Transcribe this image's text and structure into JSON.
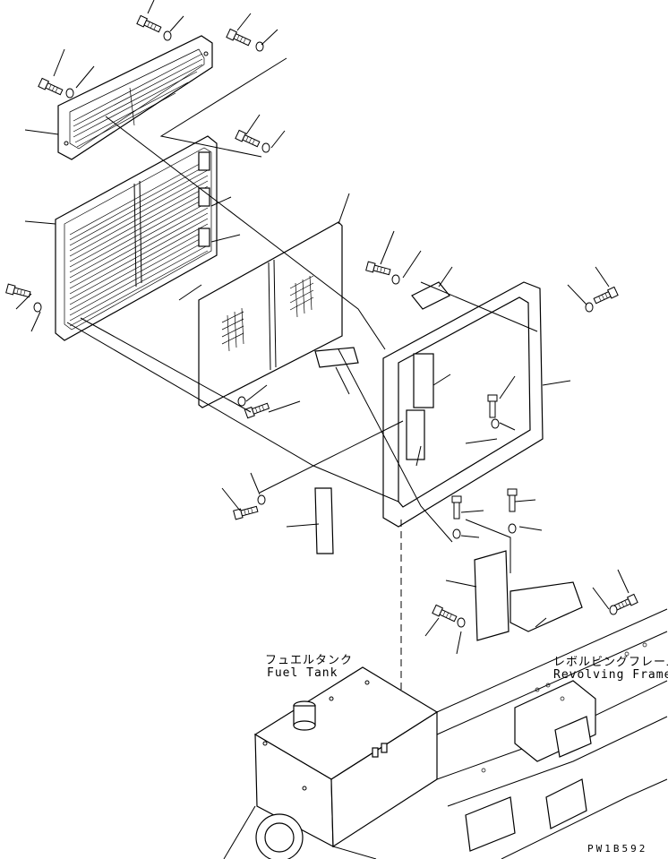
{
  "labels": {
    "fuel_tank_jp": "フュエルタンク",
    "fuel_tank_en": "Fuel Tank",
    "revolving_frame_jp": "レボルビングフレーム",
    "revolving_frame_en": "Revolving Frame",
    "drawing_code": "PW1B592"
  }
}
